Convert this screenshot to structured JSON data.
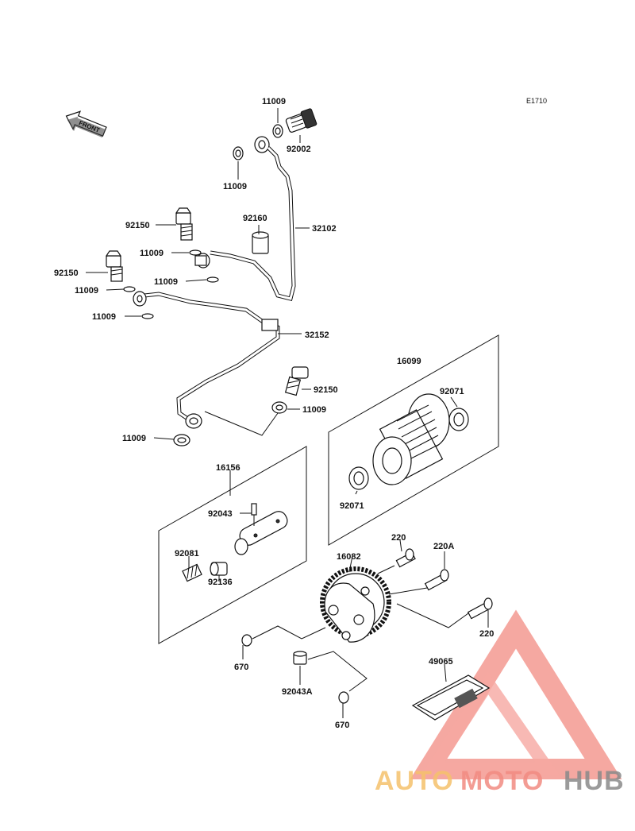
{
  "diagram_code": "E1710",
  "front_label": "FRONT",
  "parts": {
    "p11009_top": "11009",
    "p92002": "92002",
    "p11009_b": "11009",
    "p92160": "92160",
    "p32102": "32102",
    "p92150_a": "92150",
    "p11009_c": "11009",
    "p92150_b": "92150",
    "p11009_d": "11009",
    "p11009_e": "11009",
    "p11009_f": "11009",
    "p32152": "32152",
    "p92150_c": "92150",
    "p11009_g": "11009",
    "p11009_h": "11009",
    "p16099": "16099",
    "p92071_a": "92071",
    "p92071_b": "92071",
    "p16156": "16156",
    "p92043": "92043",
    "p92081": "92081",
    "p92136": "92136",
    "p220_a": "220",
    "p220A": "220A",
    "p16082": "16082",
    "p220_b": "220",
    "p49065": "49065",
    "p670_a": "670",
    "p92043A": "92043A",
    "p670_b": "670"
  },
  "watermark": {
    "text_a": "AUTO",
    "text_b": "MOTO",
    "text_c": "HUB",
    "color_primary": "#f28b82",
    "color_accent": "#f5c16c",
    "color_dark": "#8a8a8a"
  }
}
